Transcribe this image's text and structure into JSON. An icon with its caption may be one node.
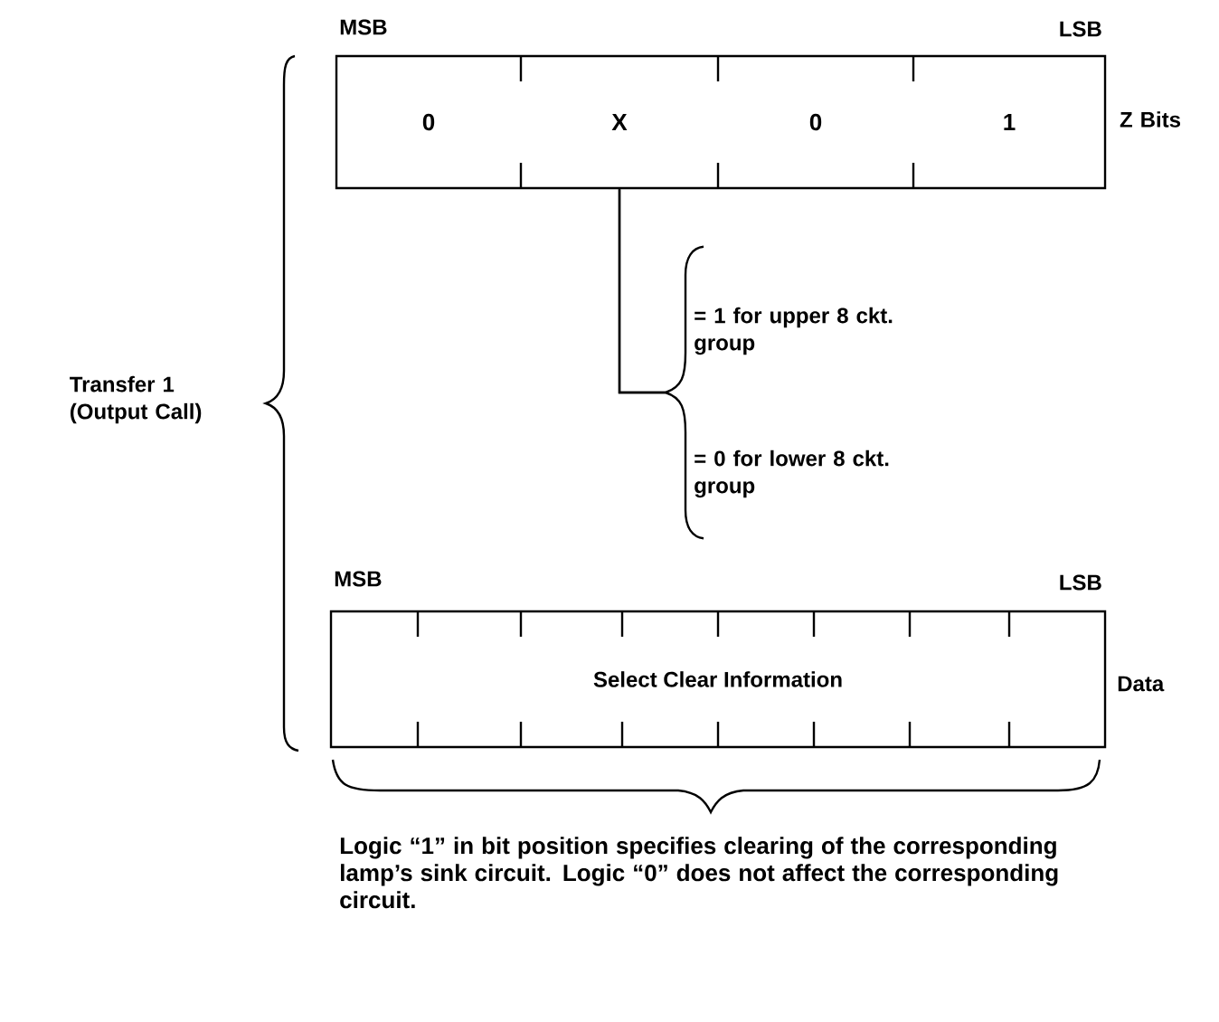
{
  "diagram": {
    "nodes": [
      {
        "text": [
          "0"
        ]
      },
      {
        "text": [
          "X"
        ]
      },
      {
        "text": [
          "0"
        ]
      },
      {
        "text": [
          "1"
        ]
      },
      {
        "text": [
          "= 1 for upper 8 ckt. group"
        ]
      },
      {
        "text": [
          "= 0 for lower 8 ckt. group"
        ]
      },
      {
        "text": [
          "Select Clear Information"
        ]
      }
    ],
    "edges": [
      {
        "from": 1,
        "to": 4,
        "arrow": "none"
      },
      {
        "from": 1,
        "to": 5,
        "arrow": "none"
      }
    ],
    "labels": [
      "MSB",
      "LSB",
      "Z Bits",
      "Transfer 1 (Output Call)",
      "MSB",
      "LSB",
      "Data",
      "Logic “1” in bit position specifies clearing of the corresponding lamp’s sink circuit. Logic “0” does not affect the corresponding circuit."
    ]
  }
}
